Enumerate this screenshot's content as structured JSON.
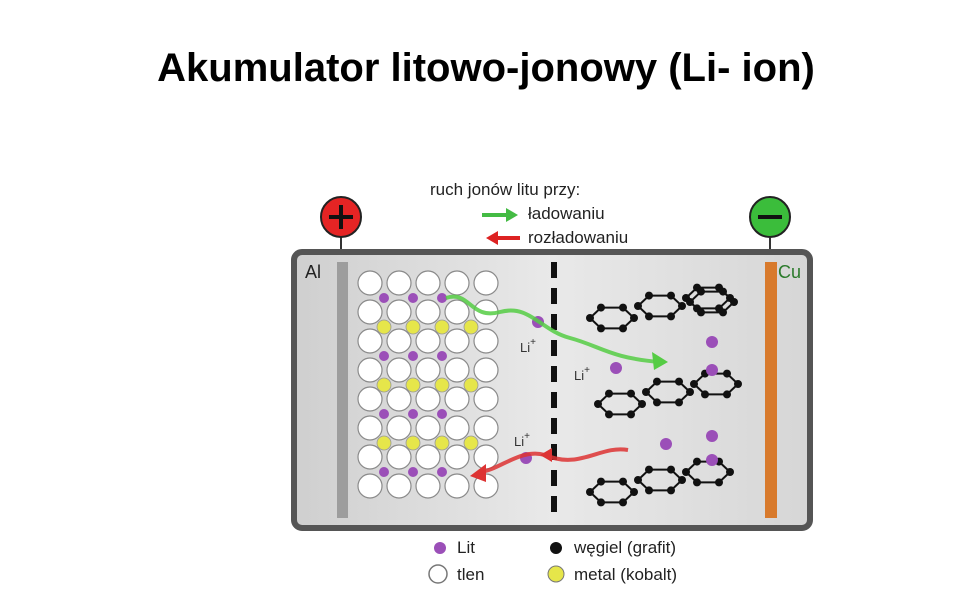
{
  "title": "Akumulator litowo-jonowy (Li- ion)",
  "direction_legend": {
    "heading": "ruch jonów litu przy:",
    "charge": "ładowaniu",
    "discharge": "rozładowaniu",
    "charge_color": "#44bb44",
    "discharge_color": "#dd2222"
  },
  "terminals": {
    "positive": {
      "symbol": "+",
      "color": "#e52424"
    },
    "negative": {
      "symbol": "−",
      "color": "#3bbd3b"
    }
  },
  "collectors": {
    "left": "Al",
    "right": "Cu"
  },
  "ion_label": "Li+",
  "key": [
    {
      "text": "Lit",
      "color": "#9b4fb8"
    },
    {
      "text": "węgiel (grafit)",
      "color": "#111111"
    },
    {
      "text": "tlen",
      "color": "#ffffff"
    },
    {
      "text": "metal (kobalt)",
      "color": "#e6e64a"
    }
  ]
}
